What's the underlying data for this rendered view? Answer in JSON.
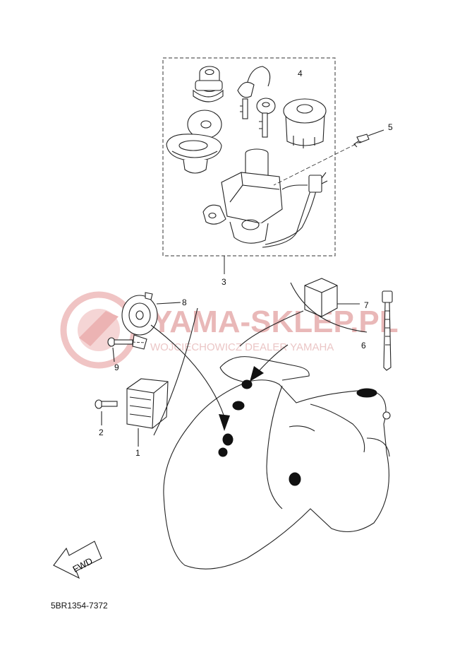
{
  "watermark": {
    "title": "YAMA-SKLEP.PL",
    "subtitle": "WOJCIECHOWICZ DEALER YAMAHA"
  },
  "callouts": [
    "1",
    "2",
    "3",
    "4",
    "5",
    "6",
    "7",
    "8",
    "9"
  ],
  "direction_arrow": {
    "label": "FWD",
    "icon": "fwd-arrow-icon"
  },
  "reference_code": "5BR1354-7372",
  "colors": {
    "line": "#222222",
    "watermark": "#e9b8b8"
  }
}
